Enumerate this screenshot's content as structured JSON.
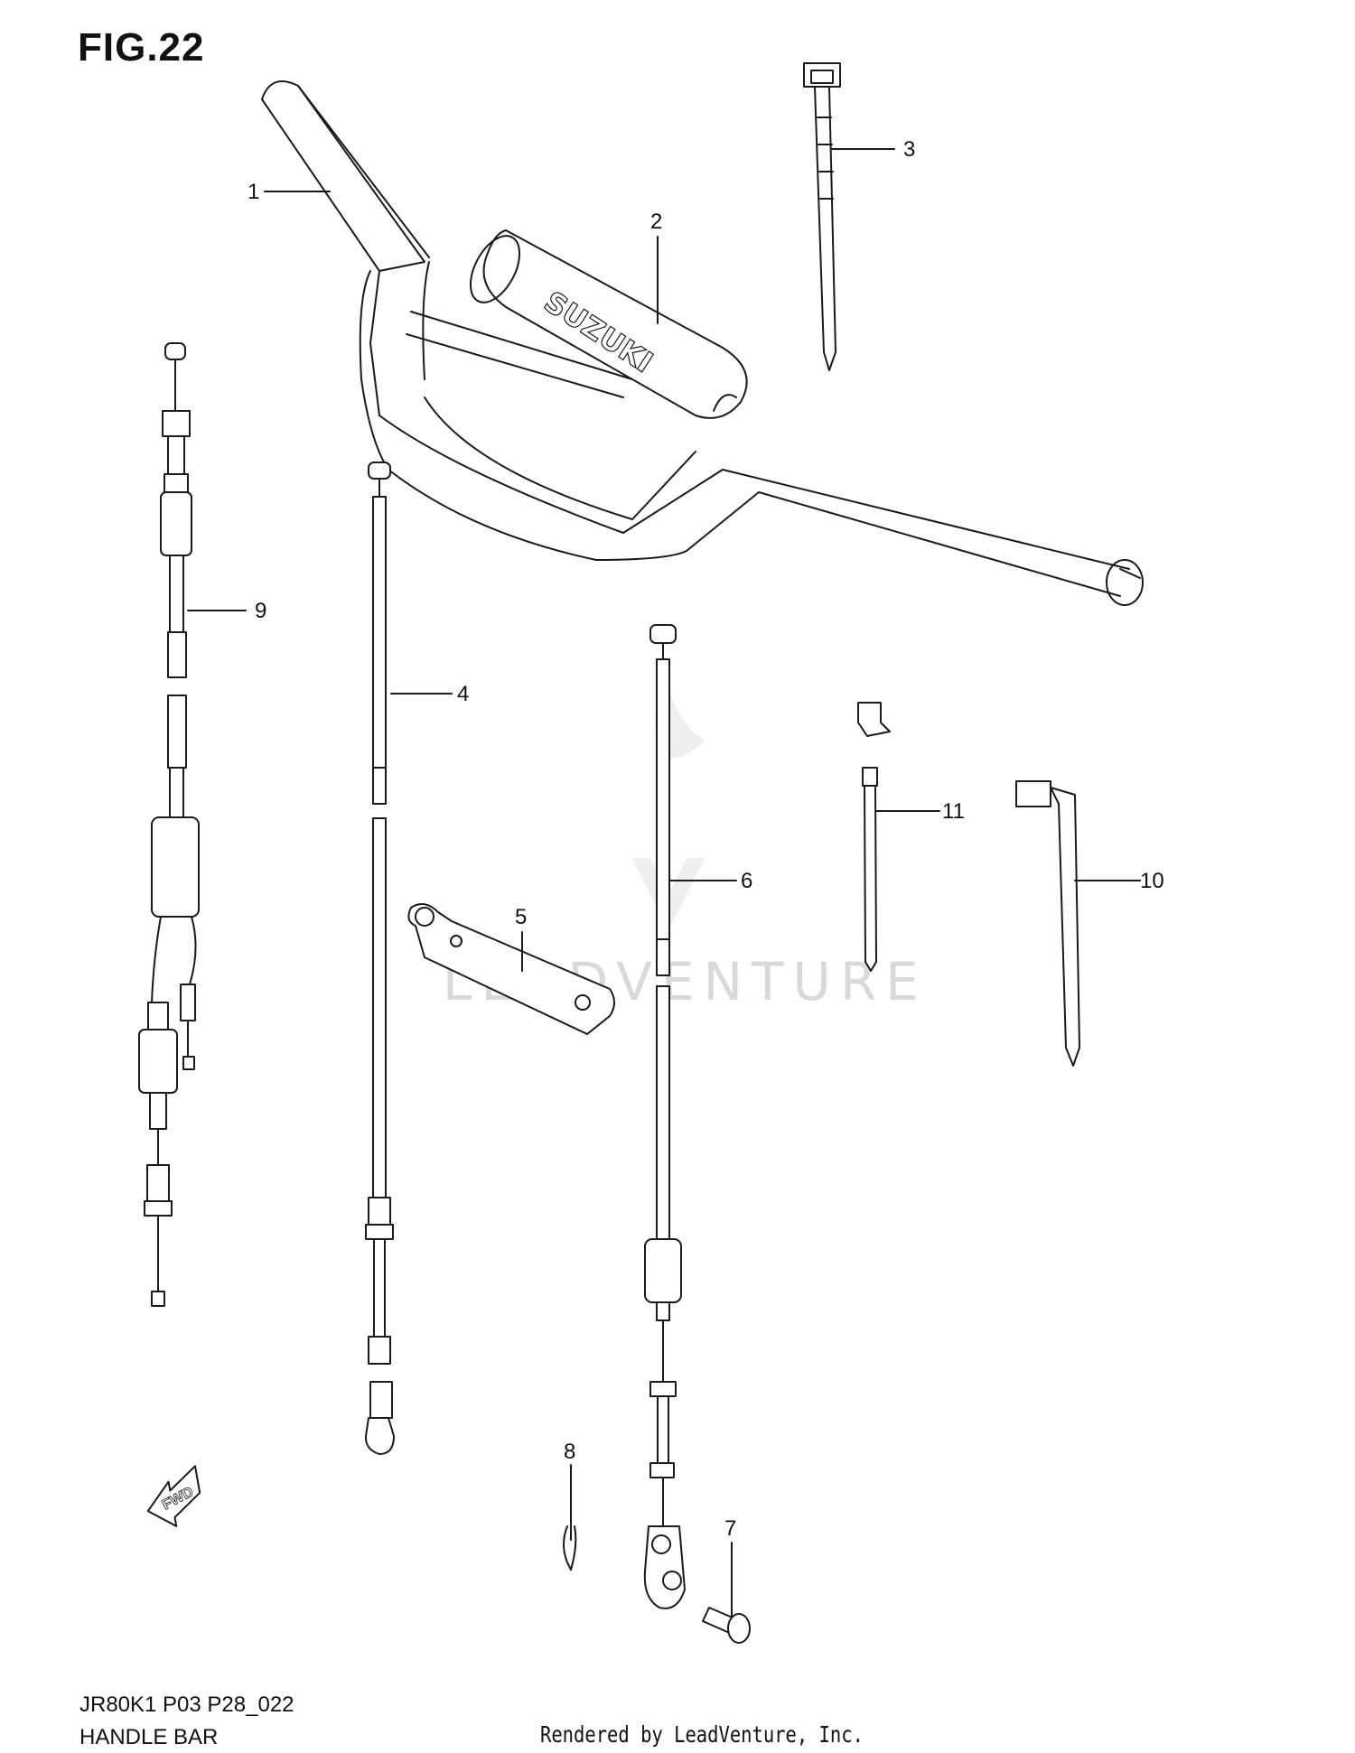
{
  "figure": {
    "title": "FIG.22",
    "model_code": "JR80K1 P03 P28_022",
    "diagram_name": "HANDLE BAR",
    "rendered_by": "Rendered by LeadVenture, Inc."
  },
  "watermark": "LEADVENTURE",
  "pad_lettering": "SUZUKI",
  "direction_marker": "FWD",
  "parts": [
    {
      "ref": "1"
    },
    {
      "ref": "2"
    },
    {
      "ref": "3"
    },
    {
      "ref": "4"
    },
    {
      "ref": "5"
    },
    {
      "ref": "6"
    },
    {
      "ref": "7"
    },
    {
      "ref": "8"
    },
    {
      "ref": "9"
    },
    {
      "ref": "10"
    },
    {
      "ref": "11"
    }
  ]
}
